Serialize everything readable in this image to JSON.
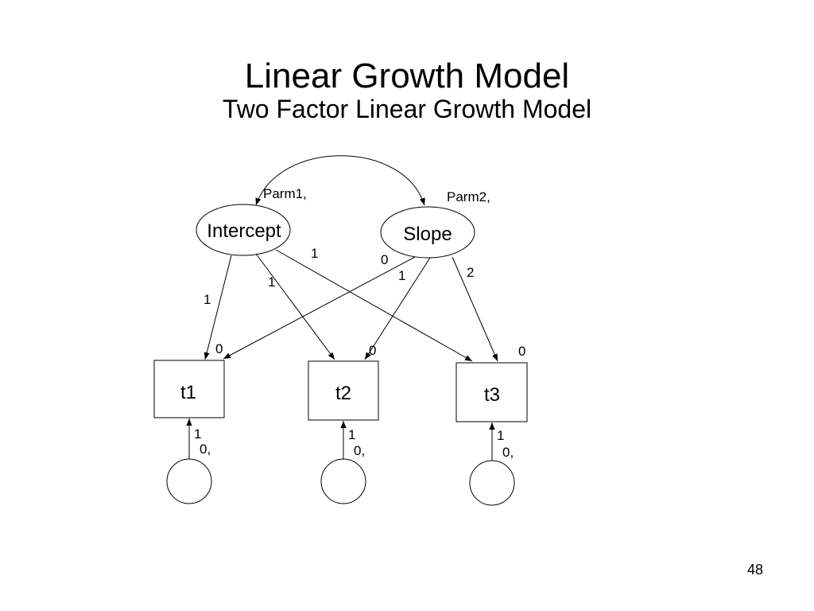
{
  "slide": {
    "title": "Linear Growth Model",
    "subtitle": "Two Factor Linear Growth Model",
    "page_number": "48"
  },
  "diagram": {
    "latent_factors": [
      {
        "id": "intercept",
        "label": "Intercept",
        "parameter": "Parm1,"
      },
      {
        "id": "slope",
        "label": "Slope",
        "parameter": "Parm2,"
      }
    ],
    "observed": [
      {
        "id": "t1",
        "label": "t1",
        "intercept": "0",
        "residual_loading": "1",
        "residual_mean": "0,"
      },
      {
        "id": "t2",
        "label": "t2",
        "intercept": "0",
        "residual_loading": "1",
        "residual_mean": "0,"
      },
      {
        "id": "t3",
        "label": "t3",
        "intercept": "0",
        "residual_loading": "1",
        "residual_mean": "0,"
      }
    ],
    "intercept_loadings": {
      "t1": "1",
      "t2": "1",
      "t3": "1"
    },
    "slope_loadings": {
      "t1": "0",
      "t2": "1",
      "t3": "2"
    }
  }
}
